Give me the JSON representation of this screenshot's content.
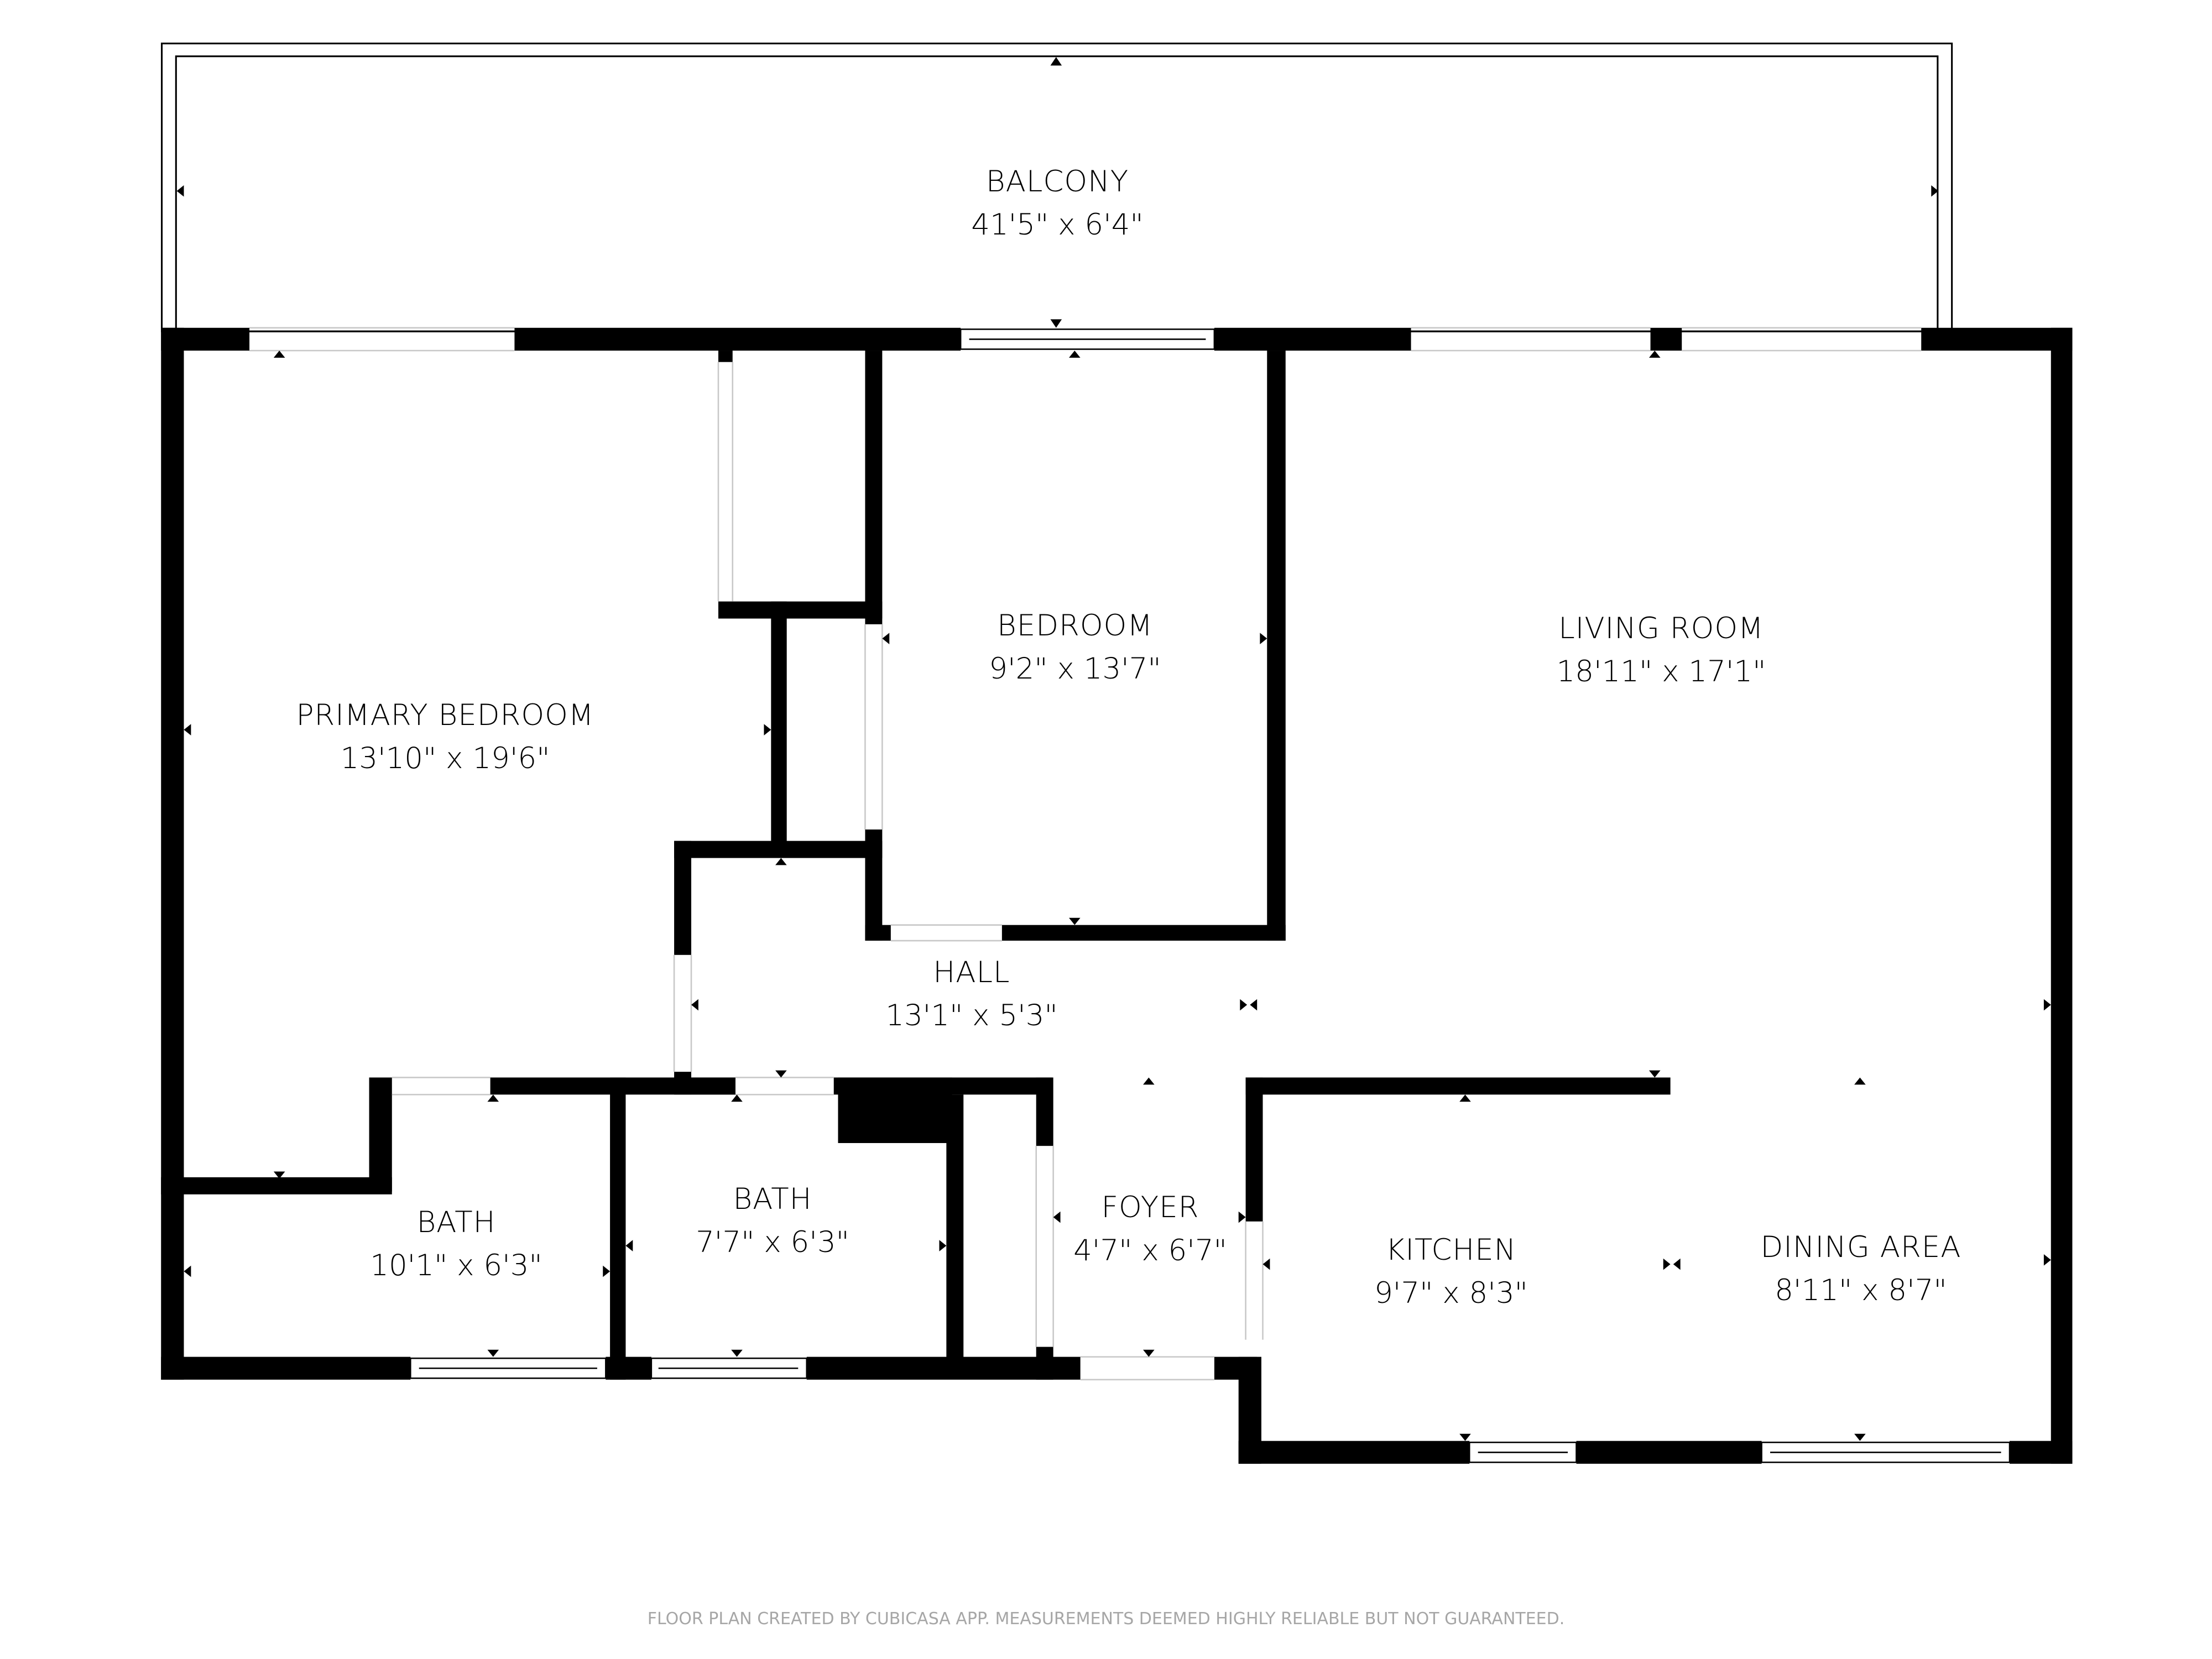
{
  "plan": {
    "rooms": [
      {
        "id": "balcony",
        "name": "BALCONY",
        "dimensions": "41'5\" x 6'4\""
      },
      {
        "id": "primary_bedroom",
        "name": "PRIMARY BEDROOM",
        "dimensions": "13'10\" x 19'6\""
      },
      {
        "id": "bedroom",
        "name": "BEDROOM",
        "dimensions": "9'2\" x 13'7\""
      },
      {
        "id": "living_room",
        "name": "LIVING ROOM",
        "dimensions": "18'11\" x 17'1\""
      },
      {
        "id": "hall",
        "name": "HALL",
        "dimensions": "13'1\" x 5'3\""
      },
      {
        "id": "bath_1",
        "name": "BATH",
        "dimensions": "10'1\" x 6'3\""
      },
      {
        "id": "bath_2",
        "name": "BATH",
        "dimensions": "7'7\" x 6'3\""
      },
      {
        "id": "foyer",
        "name": "FOYER",
        "dimensions": "4'7\" x 6'7\""
      },
      {
        "id": "kitchen",
        "name": "KITCHEN",
        "dimensions": "9'7\" x 8'3\""
      },
      {
        "id": "dining_area",
        "name": "DINING AREA",
        "dimensions": "8'11\" x 8'7\""
      }
    ],
    "footer": "FLOOR PLAN CREATED BY CUBICASA APP. MEASUREMENTS DEEMED HIGHLY RELIABLE BUT NOT GUARANTEED.",
    "colors": {
      "wall": "#000000",
      "background": "#ffffff",
      "footer_text": "#a6a6a6"
    }
  }
}
